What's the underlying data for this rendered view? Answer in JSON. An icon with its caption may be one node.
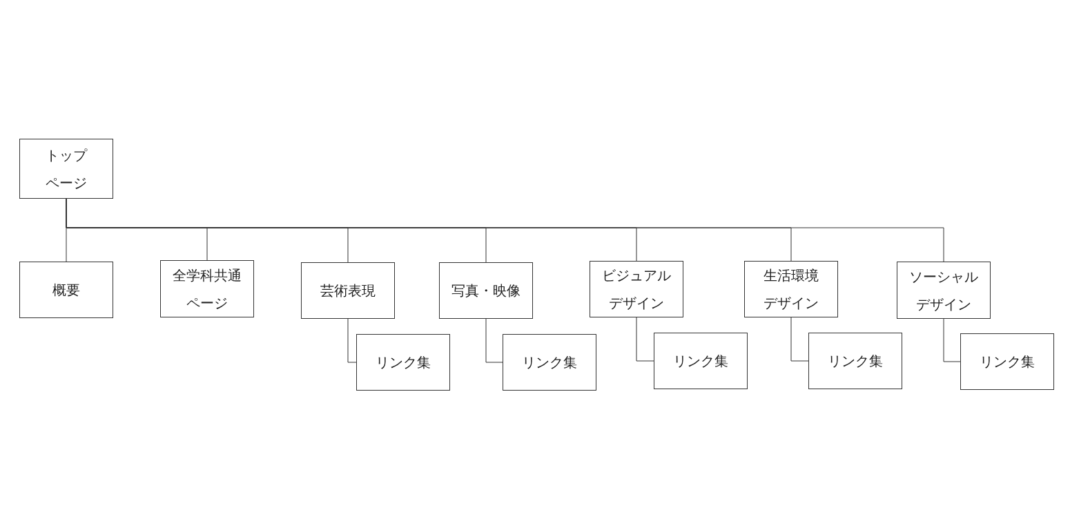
{
  "diagram": {
    "nodes": [
      {
        "text": [
          "トップページ"
        ]
      },
      {
        "text": [
          "概要"
        ]
      },
      {
        "text": [
          "全学科共通ページ"
        ]
      },
      {
        "text": [
          "芸術表現"
        ]
      },
      {
        "text": [
          "写真・映像"
        ]
      },
      {
        "text": [
          "ビジュアルデザイン"
        ]
      },
      {
        "text": [
          "生活環境デザイン"
        ]
      },
      {
        "text": [
          "ソーシャルデザイン"
        ]
      },
      {
        "text": [
          "リンク集"
        ]
      },
      {
        "text": [
          "リンク集"
        ]
      },
      {
        "text": [
          "リンク集"
        ]
      },
      {
        "text": [
          "リンク集"
        ]
      },
      {
        "text": [
          "リンク集"
        ]
      }
    ],
    "edges": [
      {
        "from": 0,
        "to": 1,
        "arrow": "none"
      },
      {
        "from": 0,
        "to": 2,
        "arrow": "none"
      },
      {
        "from": 0,
        "to": 3,
        "arrow": "none"
      },
      {
        "from": 0,
        "to": 4,
        "arrow": "none"
      },
      {
        "from": 0,
        "to": 5,
        "arrow": "none"
      },
      {
        "from": 0,
        "to": 6,
        "arrow": "none"
      },
      {
        "from": 0,
        "to": 7,
        "arrow": "none"
      },
      {
        "from": 3,
        "to": 8,
        "arrow": "none"
      },
      {
        "from": 4,
        "to": 9,
        "arrow": "none"
      },
      {
        "from": 5,
        "to": 10,
        "arrow": "none"
      },
      {
        "from": 6,
        "to": 11,
        "arrow": "none"
      },
      {
        "from": 7,
        "to": 12,
        "arrow": "none"
      }
    ]
  }
}
